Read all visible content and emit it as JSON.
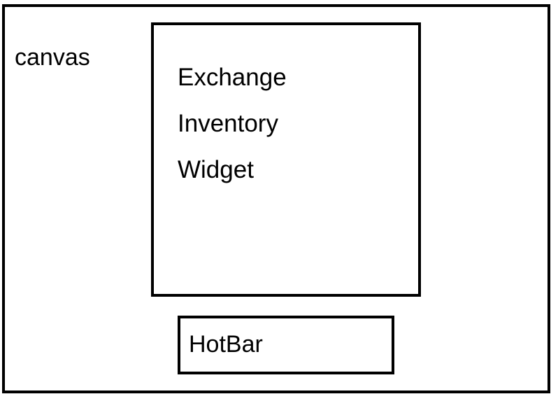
{
  "canvas": {
    "label": "canvas"
  },
  "panel": {
    "items": [
      {
        "label": "Exchange"
      },
      {
        "label": "Inventory"
      },
      {
        "label": "Widget"
      }
    ]
  },
  "hotbar": {
    "label": "HotBar"
  }
}
